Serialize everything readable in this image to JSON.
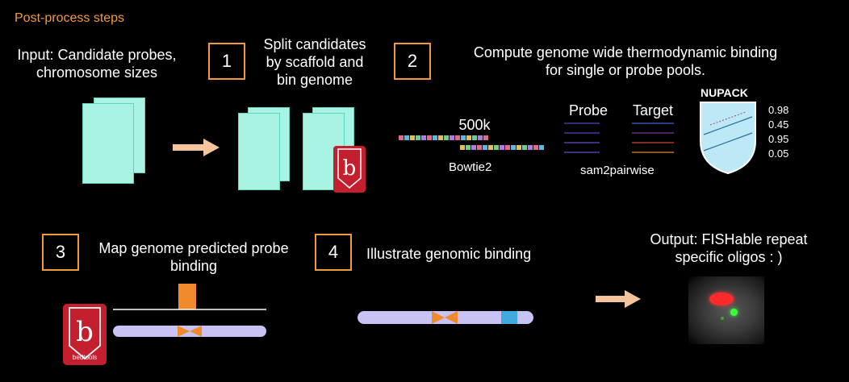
{
  "header": {
    "title": "Post-process steps"
  },
  "input": {
    "line1": "Input: Candidate probes,",
    "line2": "chromosome sizes"
  },
  "step1": {
    "number": "1",
    "line1": "Split candidates",
    "line2": "by scaffold and",
    "line3": "bin genome"
  },
  "step2": {
    "number": "2",
    "line1": "Compute genome wide thermodynamic binding",
    "line2": "for single or probe pools."
  },
  "alignment": {
    "count_label": "500k",
    "tool_label": "Bowtie2"
  },
  "pairwise": {
    "probe_label": "Probe",
    "target_label": "Target",
    "tool_label": "sam2pairwise"
  },
  "nupack": {
    "label": "NUPACK",
    "values": [
      "0.98",
      "0.45",
      "0.95",
      "0.05"
    ]
  },
  "step3": {
    "number": "3",
    "line1": "Map genome predicted probe",
    "line2": "binding"
  },
  "step4": {
    "number": "4",
    "line1": "Illustrate genomic binding"
  },
  "output": {
    "line1": "Output: FISHable repeat",
    "line2": "specific oligos : )"
  },
  "bedtools": {
    "logo_letter": "b",
    "logo_word": "bedtools"
  },
  "colors": {
    "accent": "#f39a3b",
    "sheet": "#a9f3e3",
    "chromosome": "#c8c3f5",
    "centromere": "#f08a2a",
    "band": "#3fa9e0",
    "bedtools": "#c41f2e"
  }
}
